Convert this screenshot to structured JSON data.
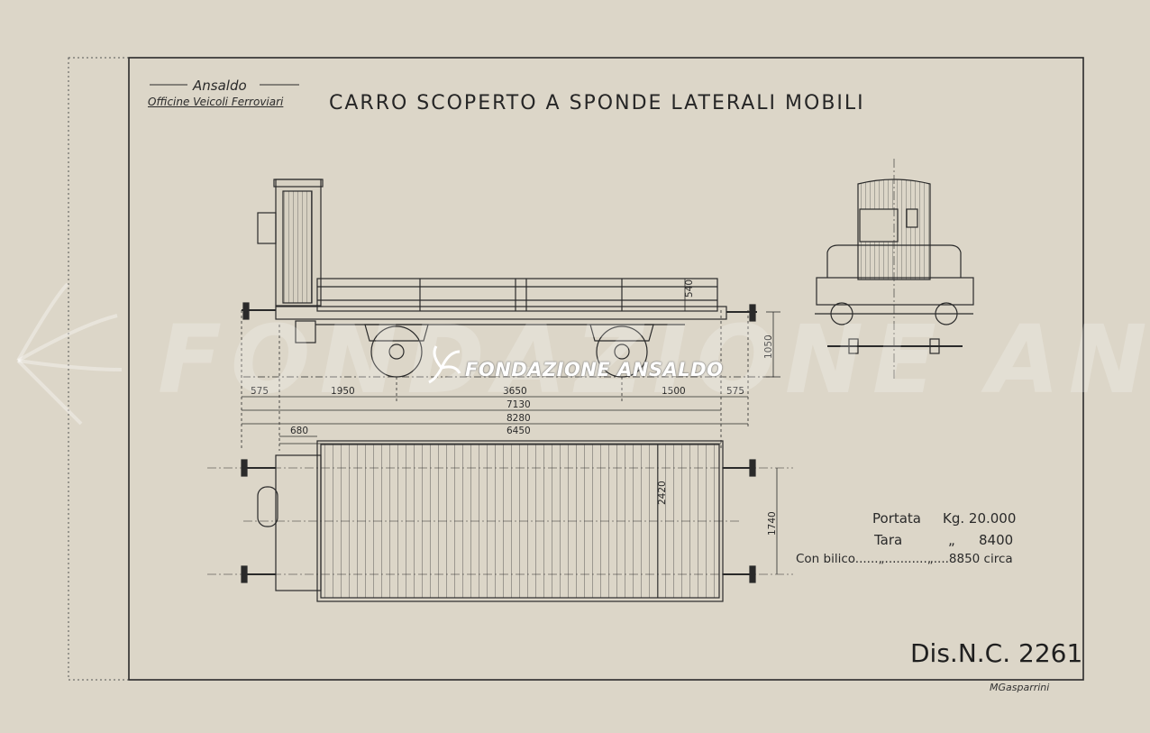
{
  "header": {
    "maker": "Ansaldo",
    "division": "Officine Veicoli Ferroviari",
    "title": "CARRO SCOPERTO A SPONDE LATERALI MOBILI"
  },
  "dimensions": {
    "side_lengths": [
      "575",
      "1950",
      "3650",
      "1500",
      "575"
    ],
    "total_7130": "7130",
    "total_8280": "8280",
    "offset_680": "680",
    "frame_6450": "6450",
    "side_height": "540",
    "buffer_height": "1050",
    "plan_width": "2420",
    "buffer_spacing": "1740"
  },
  "specs": {
    "portata_label": "Portata",
    "portata_value": "Kg. 20.000",
    "tara_label": "Tara",
    "tara_ditto": "„",
    "tara_value": "8400",
    "bilico_label": "Con bilico......„...........„....8850 circa"
  },
  "footer": {
    "drawing_number": "Dis.N.C. 2261",
    "signature": "MGasparrini"
  },
  "watermark": {
    "label": "FONDAZIONE ANSALDO",
    "background": "FONDAZIONE ANSALDO"
  },
  "colors": {
    "paper": "#dcd6c8",
    "ink": "#2a2a2a"
  }
}
